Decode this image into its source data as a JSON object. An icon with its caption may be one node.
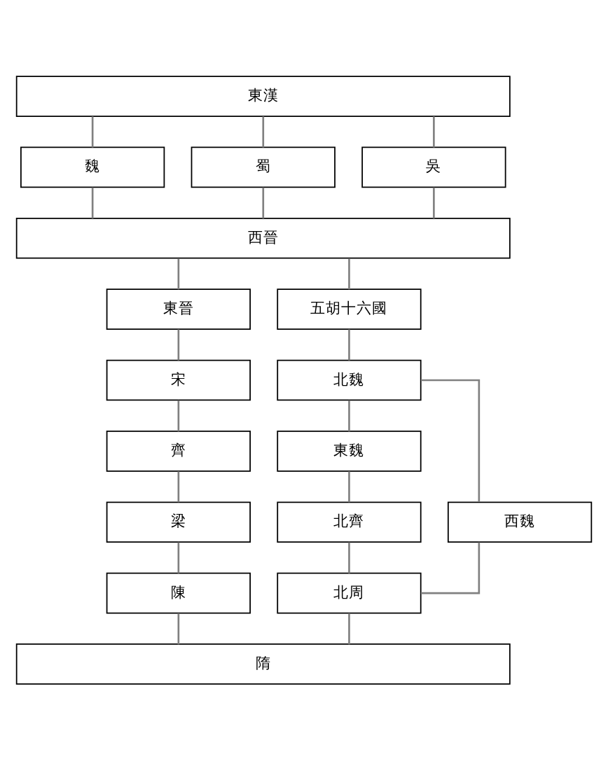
{
  "diagram": {
    "nodes": [
      {
        "text": [
          "東漢"
        ]
      },
      {
        "text": [
          "魏"
        ]
      },
      {
        "text": [
          "蜀"
        ]
      },
      {
        "text": [
          "吳"
        ]
      },
      {
        "text": [
          "西晉"
        ]
      },
      {
        "text": [
          "東晉"
        ]
      },
      {
        "text": [
          "五胡十六國"
        ]
      },
      {
        "text": [
          "宋"
        ]
      },
      {
        "text": [
          "北魏"
        ]
      },
      {
        "text": [
          "齊"
        ]
      },
      {
        "text": [
          "東魏"
        ]
      },
      {
        "text": [
          "西魏"
        ]
      },
      {
        "text": [
          "梁"
        ]
      },
      {
        "text": [
          "北齊"
        ]
      },
      {
        "text": [
          "北周"
        ]
      },
      {
        "text": [
          "陳"
        ]
      },
      {
        "text": [
          "隋"
        ]
      }
    ],
    "edges": [
      {
        "from": 0,
        "to": 1,
        "arrow": "none"
      },
      {
        "from": 0,
        "to": 2,
        "arrow": "none"
      },
      {
        "from": 0,
        "to": 3,
        "arrow": "none"
      },
      {
        "from": 1,
        "to": 4,
        "arrow": "none"
      },
      {
        "from": 2,
        "to": 4,
        "arrow": "none"
      },
      {
        "from": 3,
        "to": 4,
        "arrow": "none"
      },
      {
        "from": 4,
        "to": 5,
        "arrow": "none"
      },
      {
        "from": 4,
        "to": 6,
        "arrow": "none"
      },
      {
        "from": 5,
        "to": 7,
        "arrow": "none"
      },
      {
        "from": 6,
        "to": 8,
        "arrow": "none"
      },
      {
        "from": 7,
        "to": 9,
        "arrow": "none"
      },
      {
        "from": 8,
        "to": 10,
        "arrow": "none"
      },
      {
        "from": 8,
        "to": 11,
        "arrow": "none"
      },
      {
        "from": 9,
        "to": 12,
        "arrow": "none"
      },
      {
        "from": 10,
        "to": 13,
        "arrow": "none"
      },
      {
        "from": 11,
        "to": 14,
        "arrow": "none"
      },
      {
        "from": 12,
        "to": 15,
        "arrow": "none"
      },
      {
        "from": 13,
        "to": 14,
        "arrow": "none"
      },
      {
        "from": 15,
        "to": 16,
        "arrow": "none"
      },
      {
        "from": 14,
        "to": 16,
        "arrow": "none"
      }
    ]
  }
}
